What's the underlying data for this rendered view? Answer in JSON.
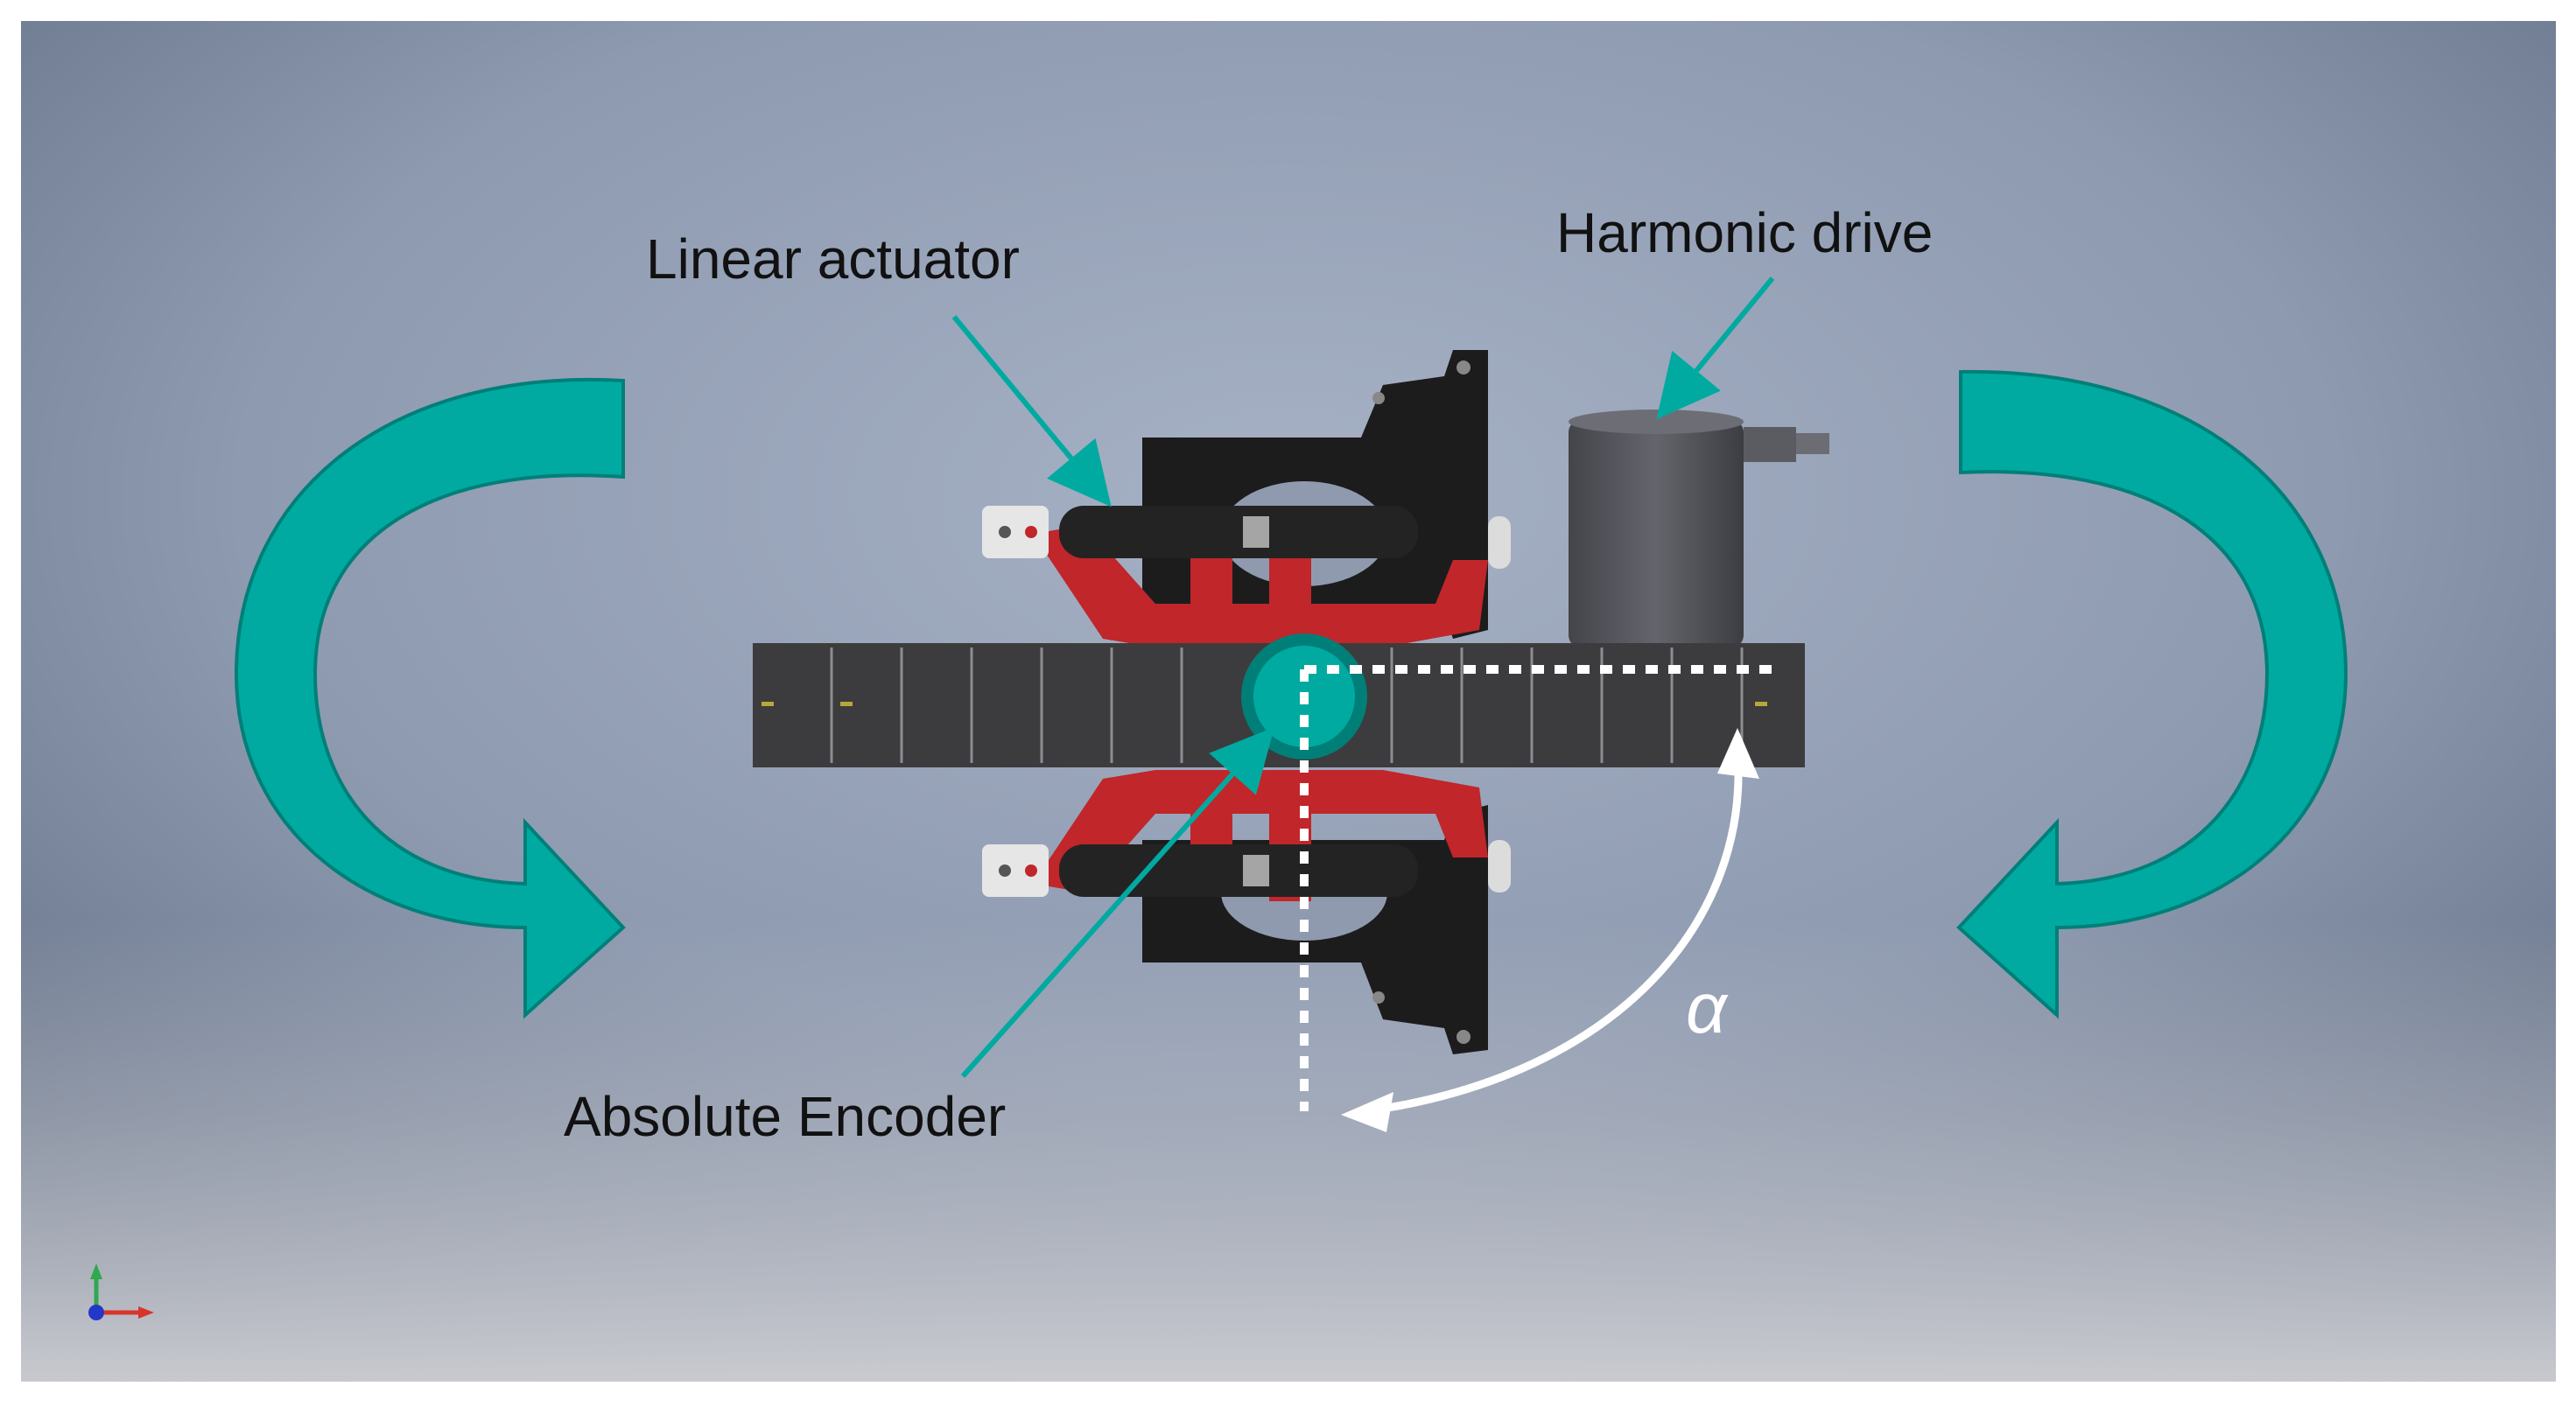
{
  "labels": {
    "linear_actuator": "Linear actuator",
    "harmonic_drive": "Harmonic drive",
    "absolute_encoder": "Absolute Encoder",
    "angle": "α"
  },
  "axis_triad": {
    "icon": "xyz-axis-triad-icon"
  },
  "colors": {
    "arrow_teal": "#00aaa0",
    "arrow_teal_dark": "#007f78",
    "bracket_red": "#c0262a",
    "body_black": "#1c1c1c",
    "segment_gray": "#3c3c3e",
    "motor_gray": "#55565c",
    "guide_white": "#ffffff"
  }
}
